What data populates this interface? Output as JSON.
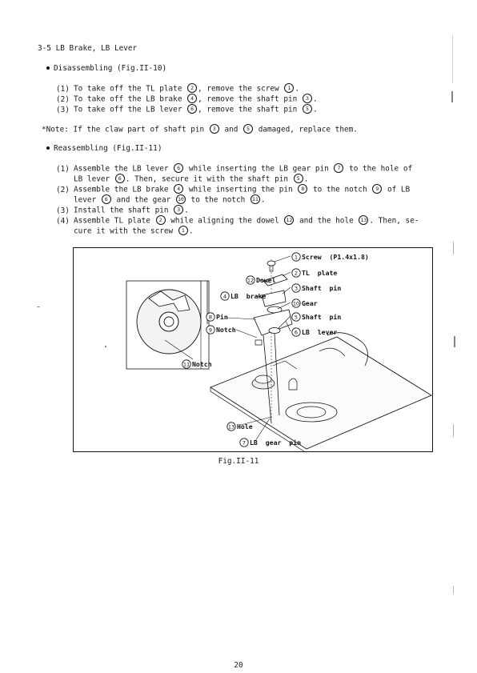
{
  "heading": "3-5 LB Brake, LB Lever",
  "disassembling": {
    "title": "Disassembling (Fig.II-10)",
    "steps": [
      {
        "n": "(1)",
        "a": "To take off the TL plate ",
        "c1": "2",
        "b": ", remove the screw ",
        "c2": "1",
        "e": "."
      },
      {
        "n": "(2)",
        "a": "To take off the LB brake ",
        "c1": "4",
        "b": ", remove the shaft pin ",
        "c2": "3",
        "e": "."
      },
      {
        "n": "(3)",
        "a": "To take off the LB lever ",
        "c1": "6",
        "b": ", remove the shaft pin ",
        "c2": "5",
        "e": "."
      }
    ]
  },
  "note": {
    "a": "*Note: If the claw part of shaft pin ",
    "c1": "3",
    "b": " and ",
    "c2": "5",
    "e": " damaged, replace them."
  },
  "reassembling": {
    "title": "Reassembling (Fig.II-11)",
    "s1": {
      "n": "(1)",
      "a": "Assemble the LB lever ",
      "c1": "6",
      "b": " while inserting the LB gear pin ",
      "c2": "7",
      "e": " to the hole of",
      "l2a": "LB lever ",
      "c3": "6",
      "l2b": ". Then, secure it with the shaft pin ",
      "c4": "5",
      "l2c": "."
    },
    "s2": {
      "n": "(2)",
      "a": "Assemble the LB brake ",
      "c1": "4",
      "b": " while inserting the pin ",
      "c2": "8",
      "c": " to the notch ",
      "c3": "9",
      "e": " of LB",
      "l2a": "lever ",
      "c4": "6",
      "l2b": " and the gear ",
      "c5": "10",
      "l2c": " to the notch ",
      "c6": "11",
      "l2d": "."
    },
    "s3": {
      "n": "(3)",
      "a": "Install the shaft pin ",
      "c1": "3",
      "e": "."
    },
    "s4": {
      "n": "(4)",
      "a": "Assemble TL plate ",
      "c1": "2",
      "b": " while aligning the dowel ",
      "c2": "12",
      "c": " and the hole ",
      "c3": "13",
      "e": ". Then, se-",
      "l2a": "cure it with the screw ",
      "c4": "1",
      "l2b": "."
    }
  },
  "figure": {
    "labels": [
      {
        "num": "1",
        "text": "Screw  (P1.4x1.8)"
      },
      {
        "num": "2",
        "text": "TL  plate"
      },
      {
        "num": "12",
        "text": "Dowel"
      },
      {
        "num": "3",
        "text": "Shaft  pin"
      },
      {
        "num": "4",
        "text": "LB  brake"
      },
      {
        "num": "10",
        "text": "Gear"
      },
      {
        "num": "8",
        "text": "Pin"
      },
      {
        "num": "5",
        "text": "Shaft  pin"
      },
      {
        "num": "9",
        "text": "Notch"
      },
      {
        "num": "6",
        "text": "LB  lever"
      },
      {
        "num": "11",
        "text": "Notch"
      },
      {
        "num": "13",
        "text": "Hole"
      },
      {
        "num": "7",
        "text": "LB  gear  pin"
      }
    ],
    "caption": "Fig.II-11"
  },
  "page_number": "20"
}
